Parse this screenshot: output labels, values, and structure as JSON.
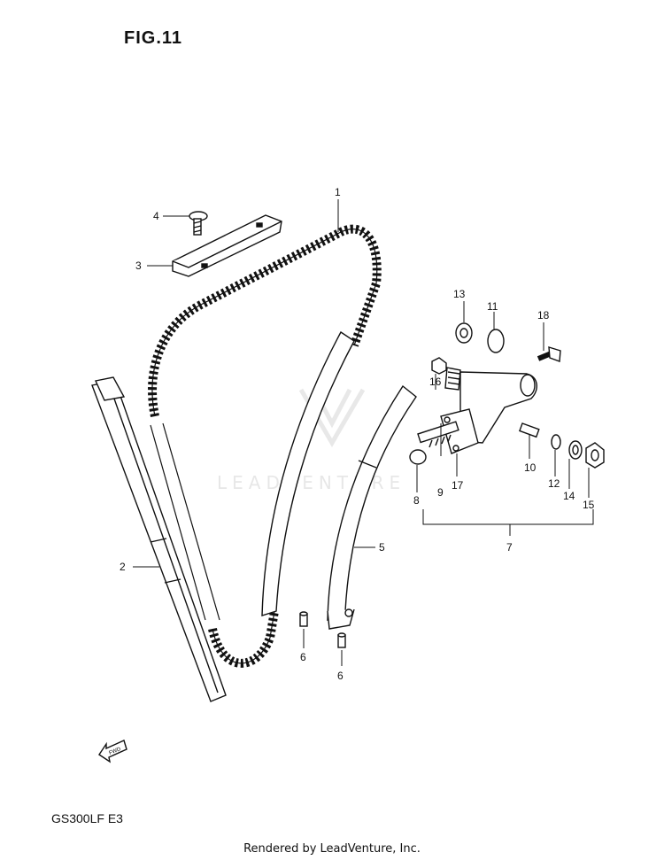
{
  "figure_title": "FIG.11",
  "model_code": "GS300LF  E3",
  "footer": "Rendered by LeadVenture, Inc.",
  "watermark": "LEADVENTURE",
  "fwd_label": "FWD",
  "callouts": {
    "c1": "1",
    "c2": "2",
    "c3": "3",
    "c4": "4",
    "c5": "5",
    "c6a": "6",
    "c6b": "6",
    "c7": "7",
    "c8": "8",
    "c9": "9",
    "c10": "10",
    "c11": "11",
    "c12": "12",
    "c13": "13",
    "c14": "14",
    "c15": "15",
    "c16": "16",
    "c17": "17",
    "c18": "18"
  },
  "colors": {
    "line": "#111111",
    "watermark": "#d8d8d8"
  }
}
